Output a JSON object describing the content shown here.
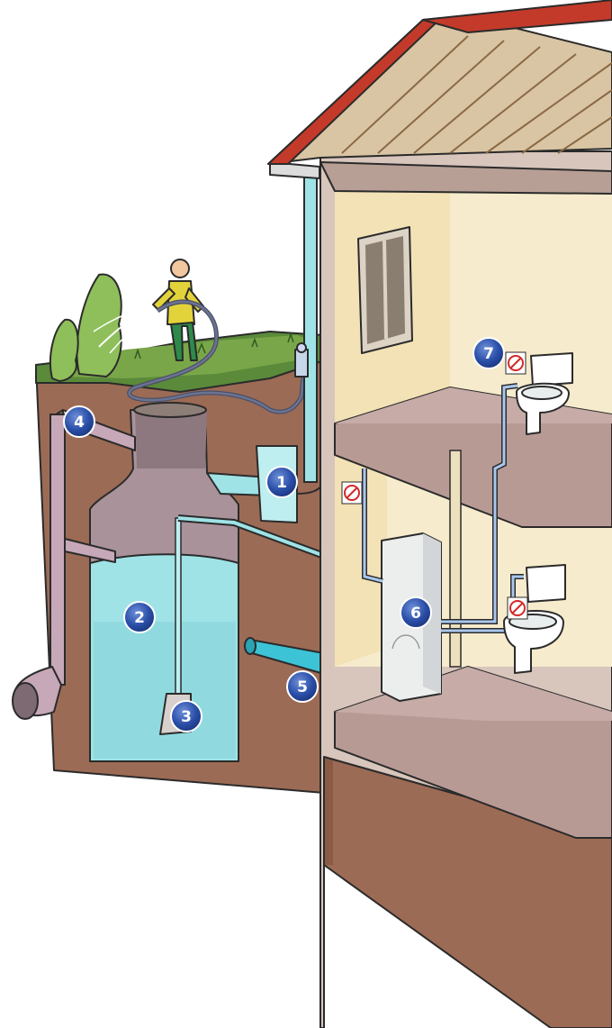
{
  "markers": [
    {
      "id": "m1",
      "label": "1"
    },
    {
      "id": "m2",
      "label": "2"
    },
    {
      "id": "m3",
      "label": "3"
    },
    {
      "id": "m4",
      "label": "4"
    },
    {
      "id": "m5",
      "label": "5"
    },
    {
      "id": "m6",
      "label": "6"
    },
    {
      "id": "m7",
      "label": "7"
    }
  ],
  "colors": {
    "marker_fill": "#2a4fa8",
    "soil": "#9c6b55",
    "grass": "#5a8a3a",
    "water": "#9fe3e6",
    "pipe": "#8fd8e0",
    "wall_cream": "#f4e8c8",
    "floor_slab": "#b89a95",
    "roof_tile": "#c43a2a",
    "warning_red": "#d22a2a"
  },
  "icons": [
    "no-drinking-water-icon",
    "toilet-icon",
    "tap-icon",
    "pump-icon",
    "filter-icon",
    "control-unit-icon"
  ]
}
